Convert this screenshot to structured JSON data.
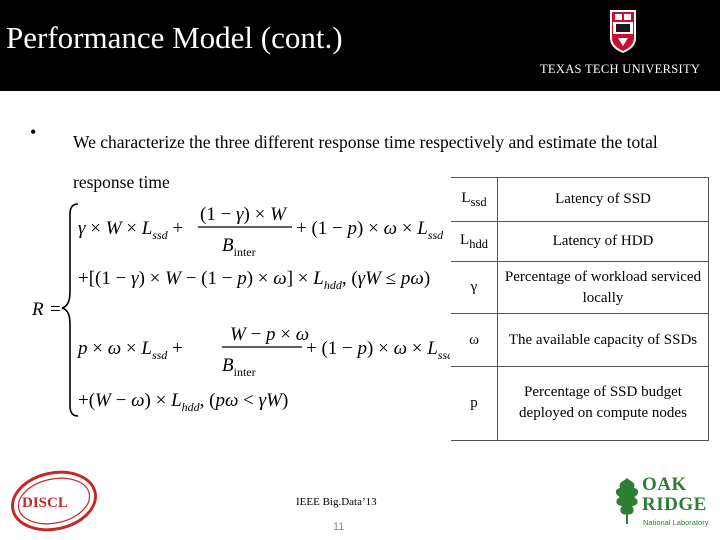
{
  "slide": {
    "title": "Performance Model (cont.)",
    "university": "TEXAS TECH UNIVERSITY",
    "bullet": "We characterize the three different response time respectively and estimate the total response time",
    "variables": [
      {
        "symbol": "L",
        "subscript": "ssd",
        "description": "Latency of SSD"
      },
      {
        "symbol": "L",
        "subscript": "hdd",
        "description": "Latency of HDD"
      },
      {
        "symbol": "γ",
        "subscript": "",
        "description": "Percentage of workload serviced locally"
      },
      {
        "symbol": "ω",
        "subscript": "",
        "description": "The available capacity of SSDs"
      },
      {
        "symbol": "p",
        "subscript": "",
        "description": "Percentage of SSD budget deployed on compute nodes"
      }
    ],
    "footer": "IEEE Big.Data’13",
    "page_number": "11",
    "disl_logo_text": "DISCL",
    "ornl_logo": {
      "line1": "OAK",
      "line2": "RIDGE",
      "line3": "National Laboratory"
    }
  },
  "colors": {
    "header_bg": "#000000",
    "ttu_red": "#c8102e",
    "disl_red": "#c62828",
    "ornl_green": "#2e7d32"
  }
}
